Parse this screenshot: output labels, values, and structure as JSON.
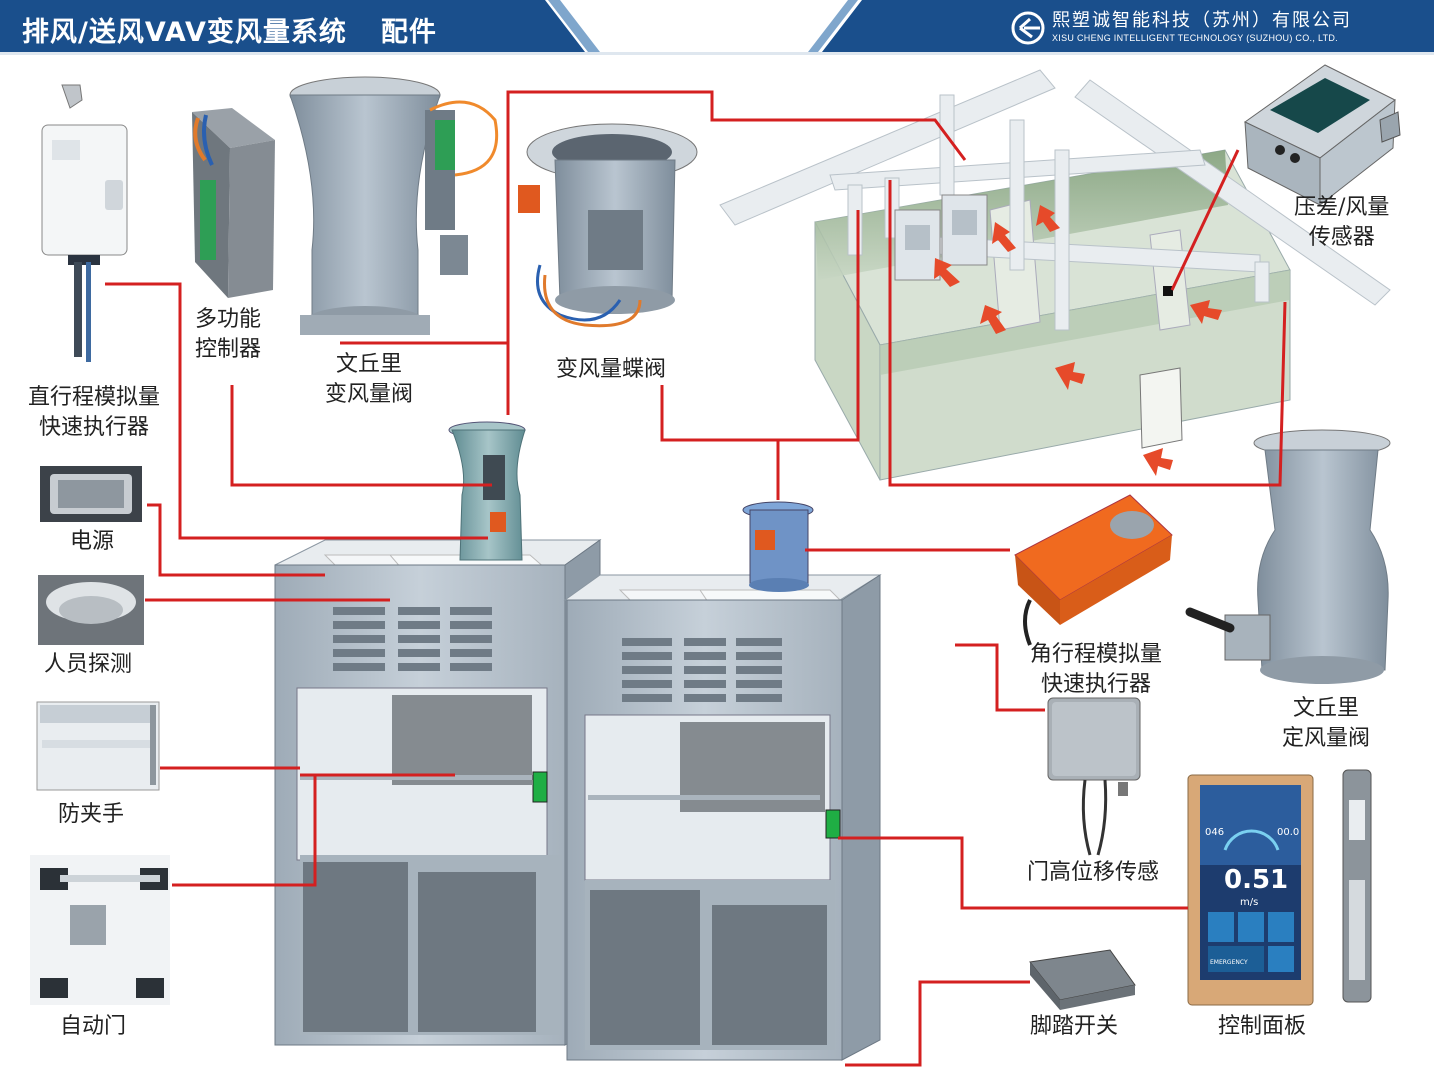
{
  "header": {
    "title": "排风/送风VAV变风量系统",
    "title_suffix": "配件",
    "company_name": "熙塑诚智能科技（苏州）有限公司",
    "company_en": "XISU CHENG INTELLIGENT TECHNOLOGY (SUZHOU) CO., LTD."
  },
  "labels": {
    "linear_actuator": [
      "直行程模拟量",
      "快速执行器"
    ],
    "multi_controller": [
      "多功能",
      "控制器"
    ],
    "venturi_vav": [
      "文丘里",
      "变风量阀"
    ],
    "butterfly_valve": "变风量蝶阀",
    "pressure_sensor": [
      "压差/风量",
      "传感器"
    ],
    "power": "电源",
    "person_detect": "人员探测",
    "anti_pinch": "防夹手",
    "auto_door": "自动门",
    "angular_actuator": [
      "角行程模拟量",
      "快速执行器"
    ],
    "venturi_cav": [
      "文丘里",
      "定风量阀"
    ],
    "door_sensor": "门高位移传感",
    "foot_switch": "脚踏开关",
    "control_panel": "控制面板"
  },
  "panel_screen": {
    "reading": "0.51",
    "unit": "m/s",
    "left_value": "046",
    "right_value": "00.0",
    "emergency": "EMERGENCY"
  },
  "colors": {
    "header_blue": "#1a4f8c",
    "leader_red": "#d42020",
    "cabinet_gray": "#b8c4ce",
    "duct_gray": "#8f9eac",
    "actuator_orange": "#f06a1f",
    "room_green": "#9fb89a"
  }
}
